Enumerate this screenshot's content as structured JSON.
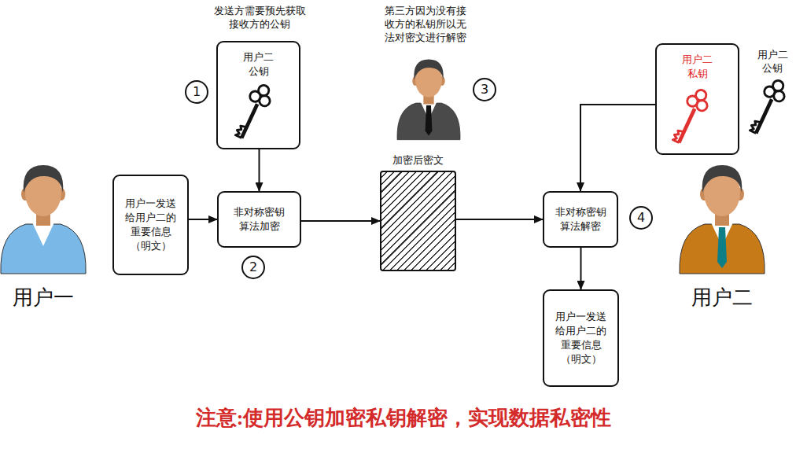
{
  "diagram": {
    "caption": "注意:使用公钥加密私钥解密，实现数据私密性",
    "nodes": [
      {
        "text": [
          "用户二 公钥"
        ]
      },
      {
        "text": [
          "用户一发送给用户二的重要信息（明文）"
        ]
      },
      {
        "text": [
          "非对称密钥算法加密"
        ]
      },
      {
        "text": [
          "加密后密文"
        ]
      },
      {
        "text": [
          "非对称密钥算法解密"
        ]
      },
      {
        "text": [
          "用户二 私钥"
        ]
      },
      {
        "text": [
          "用户一发送给用户二的重要信息（明文）"
        ]
      }
    ],
    "edges": [
      {
        "from": 1,
        "to": 2,
        "arrow": "to"
      },
      {
        "from": 0,
        "to": 2,
        "arrow": "to"
      },
      {
        "from": 2,
        "to": 3,
        "arrow": "to"
      },
      {
        "from": 3,
        "to": 4,
        "arrow": "to"
      },
      {
        "from": 5,
        "to": 4,
        "arrow": "to"
      },
      {
        "from": 4,
        "to": 6,
        "arrow": "to"
      }
    ],
    "labels": [
      "发送方需要预先获取接收方的公钥",
      "1",
      "第三方因为没有接收方的私钥所以无法对密文进行解密",
      "3",
      "用户二 公钥",
      "用户一",
      "2",
      "4",
      "用户二"
    ]
  }
}
